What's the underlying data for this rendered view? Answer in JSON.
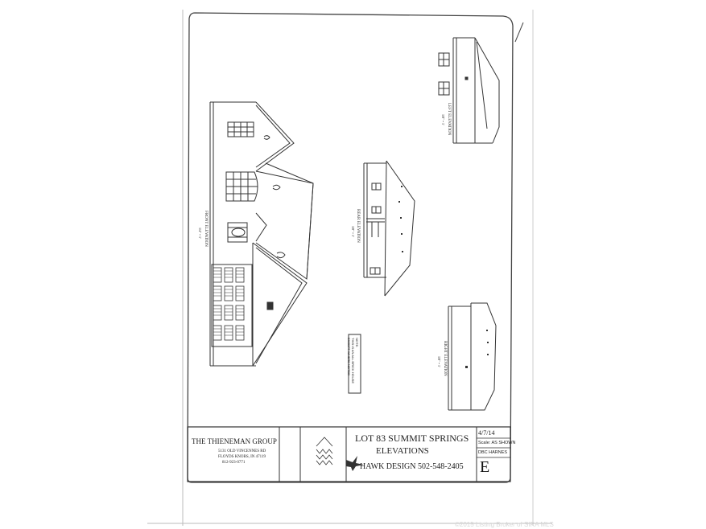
{
  "title_block": {
    "company_name": "THE THIENEMAN GROUP",
    "company_address_1": "5131 OLD VINCENNES RD",
    "company_address_2": "FLOYDS KNOBS, IN 47119",
    "company_phone": "812-923-0771",
    "project_line_1": "LOT 83 SUMMIT SPRINGS",
    "project_line_2": "ELEVATIONS",
    "designer": "HAWK DESIGN 502-548-2405",
    "date": "4/7/14",
    "scale": "Scale: AS SHOWN",
    "drawn_by": "DBC HARNES",
    "sheet_letter": "E"
  },
  "elevations": {
    "front": "FRONT ELEVATION",
    "front_scale": "1/4\" = 1'",
    "rear": "REAR ELEVATION",
    "rear_scale": "1/8\" = 1'",
    "left": "LEFT ELEVATION",
    "left_scale": "1/8\" = 1'",
    "right": "RIGHT ELEVATION",
    "right_scale": "1/8\" = 1'"
  },
  "note": {
    "line_1": "NOTE:",
    "line_2": "THIS IS AN ALL BRICK HOUSE",
    "line_3": "EXCEPT WHERE NOTED"
  },
  "watermark": "©2015 Listing Broker of SIRA MLS",
  "colors": {
    "line": "#333333",
    "paper": "#ffffff",
    "border": "#444444"
  }
}
